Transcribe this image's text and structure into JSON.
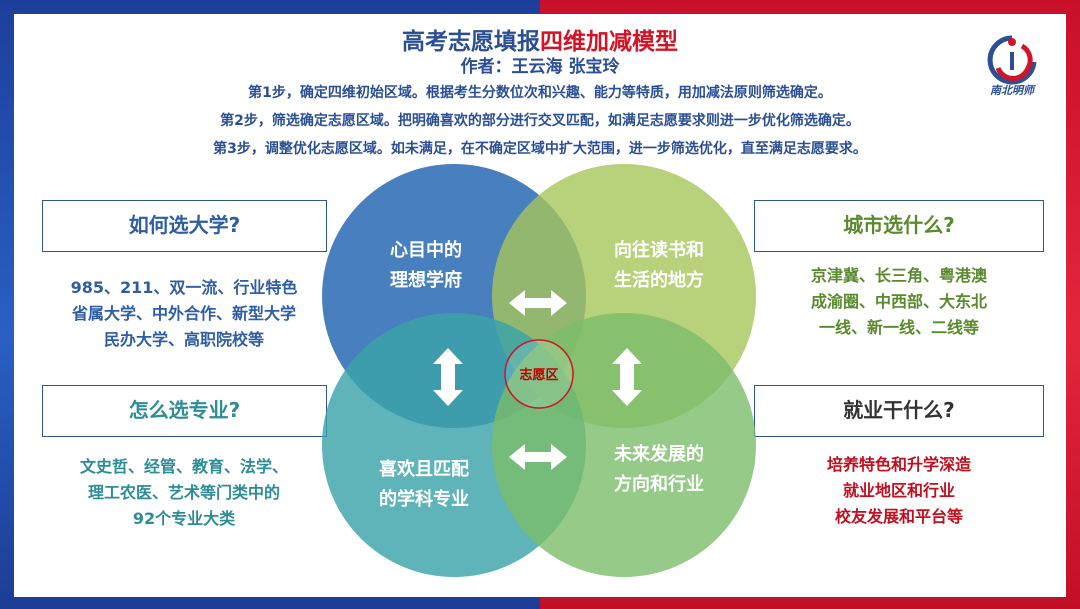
{
  "header": {
    "title_main": "高考志愿填报",
    "title_accent": "四维加减模型",
    "authors": "作者：王云海  张宝玲"
  },
  "steps": [
    "第1步，确定四维初始区域。根据考生分数位次和兴趣、能力等特质，用加减法原则筛选确定。",
    "第2步，筛选确定志愿区域。把明确喜欢的部分进行交叉匹配，如满足志愿要求则进一步优化筛选确定。",
    "第3步，调整优化志愿区域。如未满足，在不确定区域中扩大范围，进一步筛选优化，直至满足志愿要求。"
  ],
  "logo": {
    "text": "南北明师"
  },
  "quadrants": {
    "university": {
      "question": "如何选大学?",
      "lines": [
        "985、211、双一流、行业特色",
        "省属大学、中外合作、新型大学",
        "民办大学、高职院校等"
      ],
      "circle_line1": "心目中的",
      "circle_line2": "理想学府"
    },
    "city": {
      "question": "城市选什么?",
      "lines": [
        "京津冀、长三角、粤港澳",
        "成渝圈、中西部、大东北",
        "一线、新一线、二线等"
      ],
      "circle_line1": "向往读书和",
      "circle_line2": "生活的地方"
    },
    "major": {
      "question": "怎么选专业?",
      "lines": [
        "文史哲、经管、教育、法学、",
        "理工农医、艺术等门类中的",
        "92个专业大类"
      ],
      "circle_line1": "喜欢且匹配",
      "circle_line2": "的学科专业"
    },
    "job": {
      "question": "就业干什么?",
      "lines": [
        "培养特色和升学深造",
        "就业地区和行业",
        "校友发展和平台等"
      ],
      "circle_line1": "未来发展的",
      "circle_line2": "方向和行业"
    }
  },
  "center": {
    "label": "志愿区"
  },
  "colors": {
    "blue_circle": "#2f6db5",
    "green_circle": "#a6c65a",
    "teal_circle": "#3aa3a8",
    "lightgreen_circle": "#7bbd6a",
    "frame_left": "#1d3f9c",
    "frame_right": "#c9102a"
  }
}
